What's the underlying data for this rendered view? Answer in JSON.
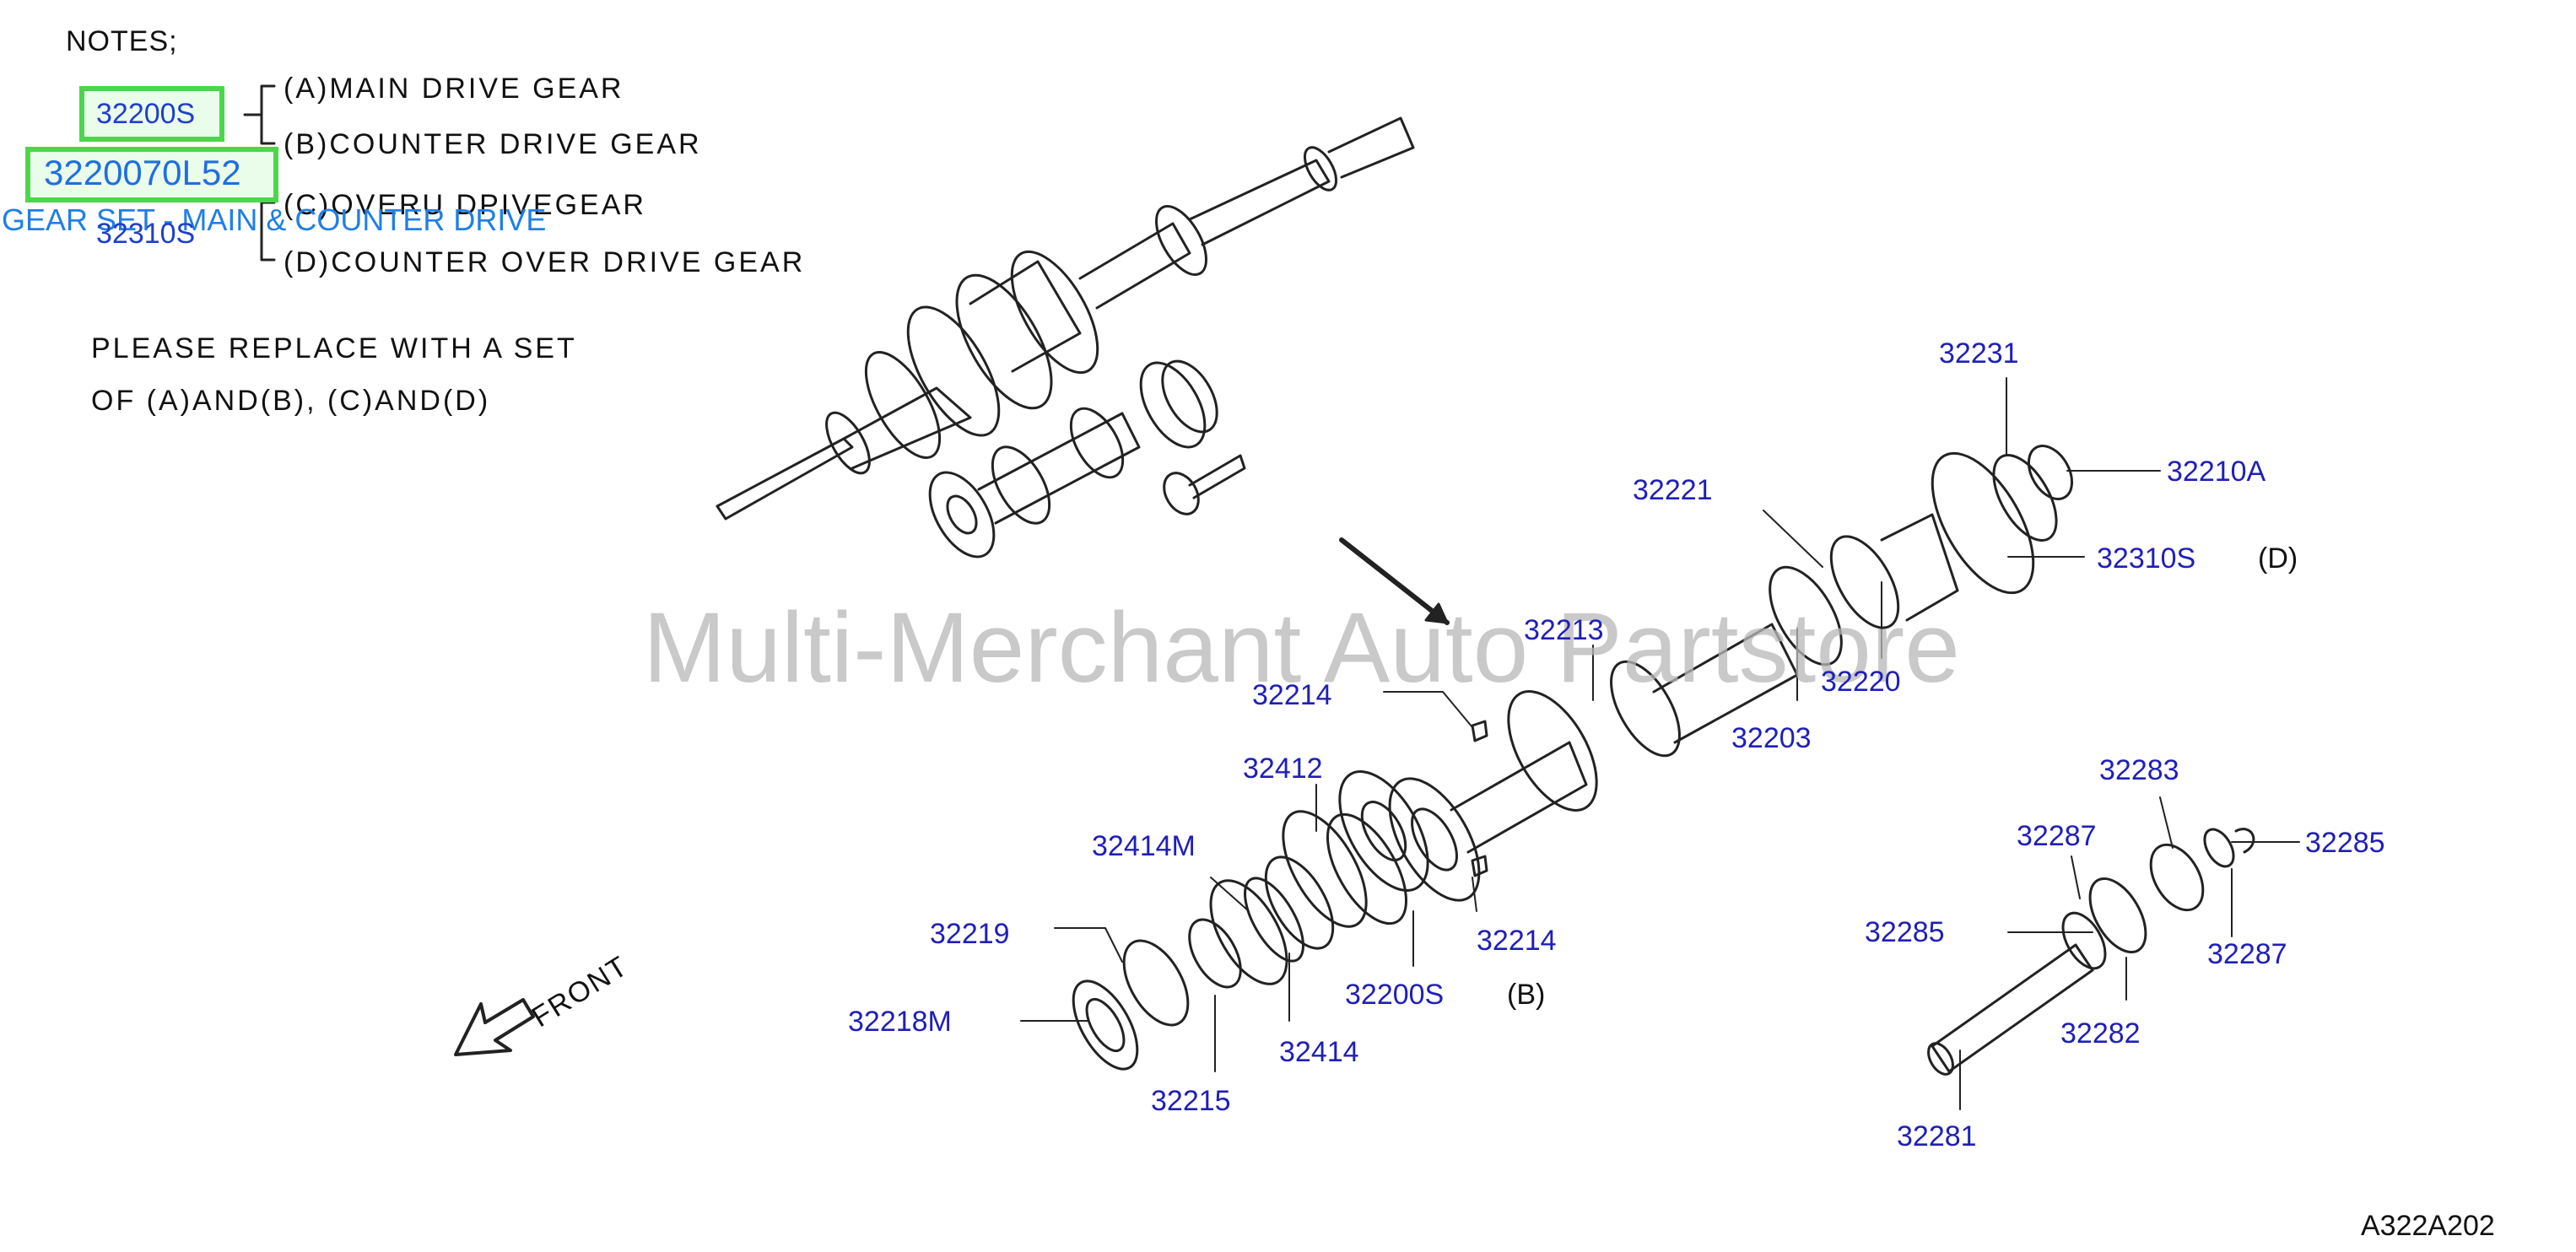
{
  "notes": {
    "heading": "NOTES;",
    "lines": [
      "(A)MAIN  DRIVE  GEAR",
      "(B)COUNTER  DRIVE  GEAR",
      "(C)OVERU  DPIVEGEAR",
      "(D)COUNTER  OVER  DRIVE  GEAR"
    ],
    "replace_1": "PLEASE  REPLACE  WITH  A  SET",
    "replace_2": "OF  (A)AND(B),  (C)AND(D)"
  },
  "highlights": {
    "code_a": "32200S",
    "code_b": "3220070L52",
    "code_c": "32310S",
    "description": "GEAR SET - MAIN & COUNTER DRIVE"
  },
  "watermark": "Multi-Merchant Auto Partstore",
  "front": "FRONT",
  "reference_code": "A322A202",
  "set_tags": [
    "(D)",
    "(B)"
  ],
  "callouts": [
    "32231",
    "32210A",
    "32221",
    "32310S",
    "32213",
    "32220",
    "32214",
    "32203",
    "32412",
    "32414M",
    "32219",
    "32218M",
    "32215",
    "32414",
    "32200S",
    "32214",
    "32283",
    "32287",
    "32285",
    "32285",
    "32287",
    "32282",
    "32281"
  ],
  "colors": {
    "callout": "#1f1fb8",
    "highlight_border": "#4cd64c",
    "highlight_text": "#1f6fe0",
    "watermark": "#b8b8b8"
  }
}
